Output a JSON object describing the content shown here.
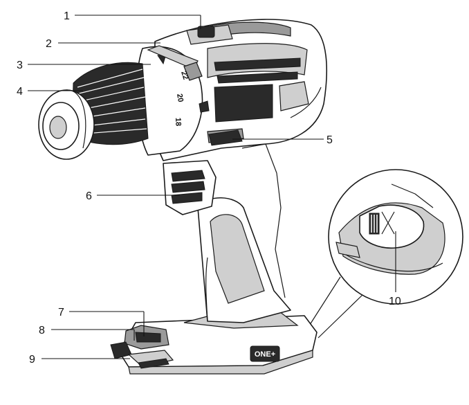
{
  "diagram": {
    "callouts": [
      "1",
      "2",
      "3",
      "4",
      "5",
      "6",
      "7",
      "8",
      "9",
      "10"
    ],
    "dial_numbers": [
      "22",
      "20",
      "18"
    ],
    "brand_text": "ONE+",
    "line_color": "#1a1a1a"
  }
}
